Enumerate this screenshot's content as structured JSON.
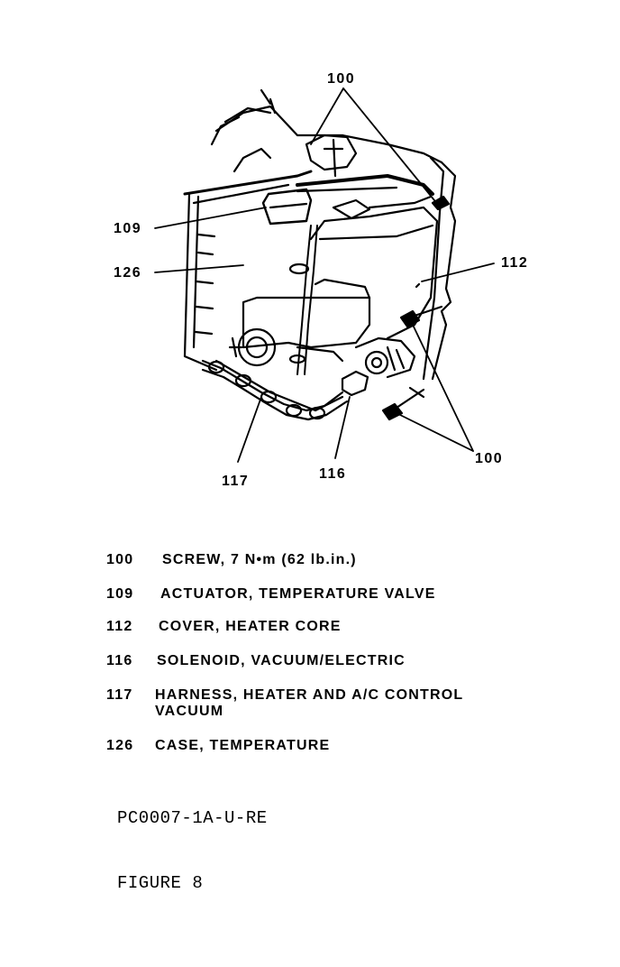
{
  "callouts": {
    "c100_top": "100",
    "c109": "109",
    "c126": "126",
    "c112": "112",
    "c117": "117",
    "c116": "116",
    "c100_bottom": "100"
  },
  "legend": [
    {
      "num": "100",
      "text": "SCREW, 7 N•m (62 lb.in.)"
    },
    {
      "num": "109",
      "text": "ACTUATOR, TEMPERATURE VALVE"
    },
    {
      "num": "112",
      "text": "COVER, HEATER CORE"
    },
    {
      "num": "116",
      "text": "SOLENOID, VACUUM/ELECTRIC"
    },
    {
      "num": "117",
      "text": "HARNESS, HEATER AND A/C CONTROL\nVACUUM"
    },
    {
      "num": "126",
      "text": "CASE, TEMPERATURE"
    }
  ],
  "doc_code": "PC0007-1A-U-RE",
  "figure_label": "FIGURE 8"
}
